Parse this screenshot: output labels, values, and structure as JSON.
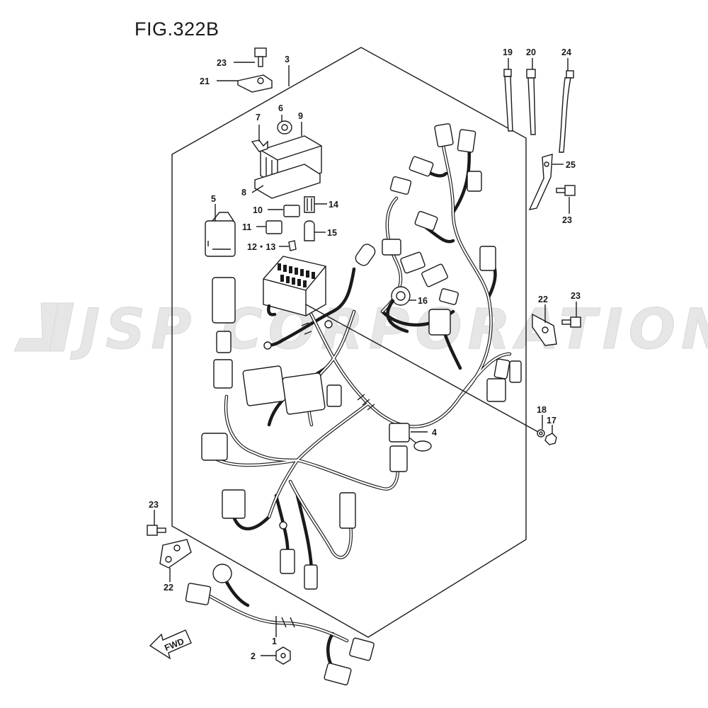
{
  "figure": {
    "title": "FIG.322B"
  },
  "watermark": {
    "text": "JSP CORPORATION"
  },
  "fwd_arrow": {
    "label": "FWD"
  },
  "callouts": {
    "c1": "1",
    "c2": "2",
    "c3": "3",
    "c4": "4",
    "c5": "5",
    "c6": "6",
    "c7": "7",
    "c8": "8",
    "c9": "9",
    "c10": "10",
    "c11": "11",
    "c12_13": "12・13",
    "c14": "14",
    "c15": "15",
    "c16": "16",
    "c17": "17",
    "c18": "18",
    "c19": "19",
    "c20": "20",
    "c21": "21",
    "c22a": "22",
    "c22b": "22",
    "c23a": "23",
    "c23b": "23",
    "c23c": "23",
    "c23d": "23",
    "c24": "24",
    "c25": "25"
  }
}
